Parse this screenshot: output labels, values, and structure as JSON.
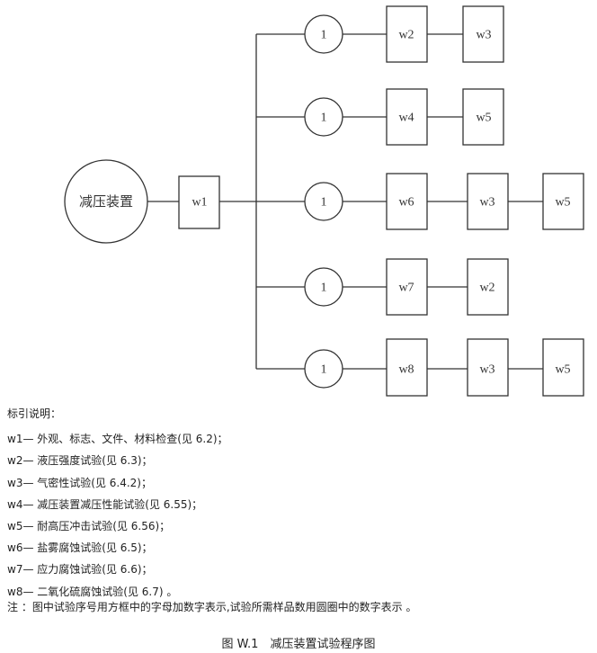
{
  "diagram": {
    "root": "减压装置",
    "first_box": "w1",
    "branch_circle_label": "1",
    "branches": [
      [
        "w2",
        "w3"
      ],
      [
        "w4",
        "w5"
      ],
      [
        "w6",
        "w3",
        "w5"
      ],
      [
        "w7",
        "w2"
      ],
      [
        "w8",
        "w3",
        "w5"
      ]
    ]
  },
  "legend": {
    "title": "标引说明：",
    "items": [
      "w1— 外观、标志、文件、材料检查(见 6.2)；",
      "w2— 液压强度试验(见 6.3)；",
      "w3— 气密性试验(见 6.4.2)；",
      "w4— 减压装置减压性能试验(见 6.55)；",
      "w5— 耐高压冲击试验(见 6.56)；",
      "w6— 盐雾腐蚀试验(见 6.5)；",
      "w7— 应力腐蚀试验(见 6.6)；",
      "w8— 二氧化硫腐蚀试验(见 6.7) 。"
    ],
    "note": "注 ：图中试验序号用方框中的字母加数字表示,试验所需样品数用圆圈中的数字表示 。"
  },
  "caption": "图 W.1　减压装置试验程序图"
}
